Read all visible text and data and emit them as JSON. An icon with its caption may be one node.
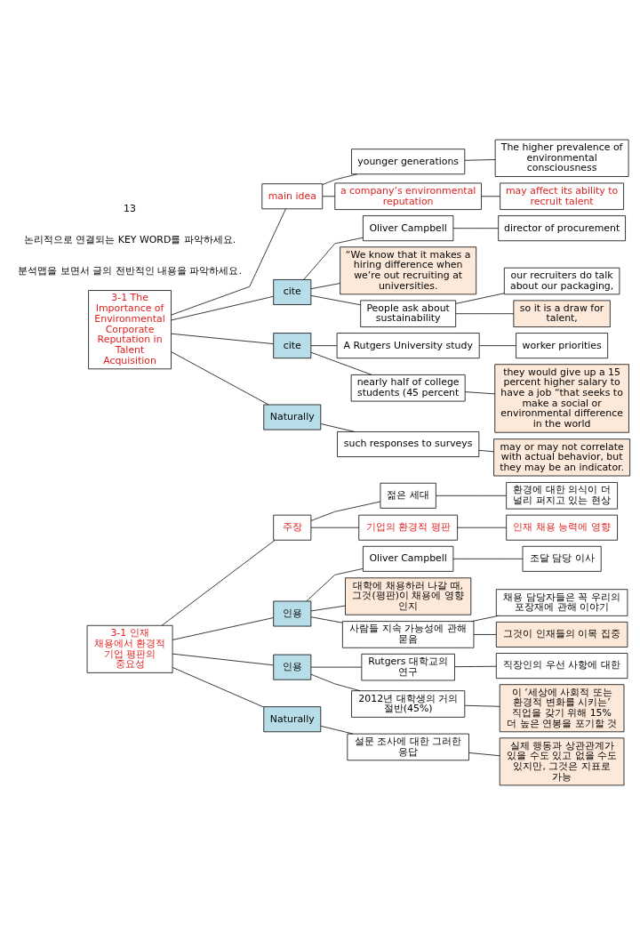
{
  "diagram": {
    "nodes": [
      {
        "text": [
          "3-1 인재 채용에서 환경적 기업 평판의 중요성"
        ]
      },
      {
        "text": [
          "주장"
        ]
      },
      {
        "text": [
          "젊은 세대"
        ]
      },
      {
        "text": [
          "환경에 대한 의식이 더 널리 퍼지고 있는 현상"
        ]
      },
      {
        "text": [
          "기업의 환경적 평판"
        ]
      },
      {
        "text": [
          "인재 채용 능력에 영향"
        ]
      },
      {
        "text": [
          "인용"
        ]
      },
      {
        "text": [
          "Oliver Campbell"
        ]
      },
      {
        "text": [
          "조달 담당 이사"
        ]
      },
      {
        "text": [
          "대학에 채용하러 나갈 때,  그것(평판)이 채용에 영향 인지"
        ]
      },
      {
        "text": [
          "사람들 지속 가능성에 관해 묻음"
        ]
      },
      {
        "text": [
          "채용 담당자들은 꼭 우리의 포장재에 관해 이야기"
        ]
      },
      {
        "text": [
          "그것이 인재들의 이목 집중"
        ]
      },
      {
        "text": [
          "인용"
        ]
      },
      {
        "text": [
          "Rutgers 대학교의 연구"
        ]
      },
      {
        "text": [
          "직장인의 우선 사항에 대한"
        ]
      },
      {
        "text": [
          "2012년 대학생의 거의 절반(45%)"
        ]
      },
      {
        "text": [
          "이 ‘세상에 사회적 또는 환경적 변화를 시키는’ 직업을 갖기 위해 15% 더 높은 연봉을 포기할 것"
        ]
      },
      {
        "text": [
          "Naturally"
        ]
      },
      {
        "text": [
          "설문 조사에 대한 그러한 응답"
        ]
      },
      {
        "text": [
          "실제 행동과 상관관계가 있을 수도 있고 없을 수도 있지만, 그것은 지표로 가능"
        ]
      },
      {
        "text": [
          "3-1 The Importance of Environmental Corporate Reputation in Talent Acquisition"
        ]
      },
      {
        "text": [
          "main idea"
        ]
      },
      {
        "text": [
          "younger generations"
        ]
      },
      {
        "text": [
          "The higher prevalence of environmental consciousness"
        ]
      },
      {
        "text": [
          "a company’s environmental reputation"
        ]
      },
      {
        "text": [
          "may affect its ability to recruit talent"
        ]
      },
      {
        "text": [
          "cite"
        ]
      },
      {
        "text": [
          "Oliver Campbell"
        ]
      },
      {
        "text": [
          "director of procurement"
        ]
      },
      {
        "text": [
          "“We know that it makes a hiring difference when we’re out recruiting at universities."
        ]
      },
      {
        "text": [
          "People ask about sustainability"
        ]
      },
      {
        "text": [
          "our recruiters do talk about our packaging,"
        ]
      },
      {
        "text": [
          "so it is a draw for talent,"
        ]
      },
      {
        "text": [
          "cite"
        ]
      },
      {
        "text": [
          "A Rutgers University study"
        ]
      },
      {
        "text": [
          "worker priorities"
        ]
      },
      {
        "text": [
          "nearly half of college students (45 percent"
        ]
      },
      {
        "text": [
          "they would give up a 15 percent higher salary to have a job “that seeks to make a social or environmental difference in the world"
        ]
      },
      {
        "text": [
          "Naturally"
        ]
      },
      {
        "text": [
          "such responses to surveys"
        ]
      },
      {
        "text": [
          "may or may not correlate with actual behavior, but they may be an indicator."
        ]
      }
    ],
    "edges": [
      {
        "from": 0,
        "to": 1,
        "arrow": "none"
      },
      {
        "from": 1,
        "to": 2,
        "arrow": "none"
      },
      {
        "from": 2,
        "to": 3,
        "arrow": "none"
      },
      {
        "from": 1,
        "to": 4,
        "arrow": "none"
      },
      {
        "from": 4,
        "to": 5,
        "arrow": "none"
      },
      {
        "from": 0,
        "to": 6,
        "arrow": "none"
      },
      {
        "from": 6,
        "to": 7,
        "arrow": "none"
      },
      {
        "from": 7,
        "to": 8,
        "arrow": "none"
      },
      {
        "from": 6,
        "to": 9,
        "arrow": "none"
      },
      {
        "from": 6,
        "to": 10,
        "arrow": "none"
      },
      {
        "from": 10,
        "to": 11,
        "arrow": "none"
      },
      {
        "from": 10,
        "to": 12,
        "arrow": "none"
      },
      {
        "from": 0,
        "to": 13,
        "arrow": "none"
      },
      {
        "from": 13,
        "to": 14,
        "arrow": "none"
      },
      {
        "from": 14,
        "to": 15,
        "arrow": "none"
      },
      {
        "from": 13,
        "to": 16,
        "arrow": "none"
      },
      {
        "from": 16,
        "to": 17,
        "arrow": "none"
      },
      {
        "from": 0,
        "to": 18,
        "arrow": "none"
      },
      {
        "from": 18,
        "to": 19,
        "arrow": "none"
      },
      {
        "from": 19,
        "to": 20,
        "arrow": "none"
      },
      {
        "from": 21,
        "to": 22,
        "arrow": "none"
      },
      {
        "from": 22,
        "to": 23,
        "arrow": "none"
      },
      {
        "from": 23,
        "to": 24,
        "arrow": "none"
      },
      {
        "from": 22,
        "to": 25,
        "arrow": "none"
      },
      {
        "from": 25,
        "to": 26,
        "arrow": "none"
      },
      {
        "from": 21,
        "to": 27,
        "arrow": "none"
      },
      {
        "from": 27,
        "to": 28,
        "arrow": "none"
      },
      {
        "from": 28,
        "to": 29,
        "arrow": "none"
      },
      {
        "from": 27,
        "to": 30,
        "arrow": "none"
      },
      {
        "from": 27,
        "to": 31,
        "arrow": "none"
      },
      {
        "from": 31,
        "to": 32,
        "arrow": "none"
      },
      {
        "from": 31,
        "to": 33,
        "arrow": "none"
      },
      {
        "from": 21,
        "to": 34,
        "arrow": "none"
      },
      {
        "from": 34,
        "to": 35,
        "arrow": "none"
      },
      {
        "from": 35,
        "to": 36,
        "arrow": "none"
      },
      {
        "from": 34,
        "to": 37,
        "arrow": "none"
      },
      {
        "from": 37,
        "to": 38,
        "arrow": "none"
      },
      {
        "from": 21,
        "to": 39,
        "arrow": "none"
      },
      {
        "from": 39,
        "to": 40,
        "arrow": "none"
      },
      {
        "from": 40,
        "to": 41,
        "arrow": "none"
      }
    ],
    "labels": [
      "분석맵을 보면서 글의 전반적인 내용을 파악하세요.",
      "논리적으로 연결되는 KEY WORD를 파악하세요.",
      "13"
    ]
  }
}
